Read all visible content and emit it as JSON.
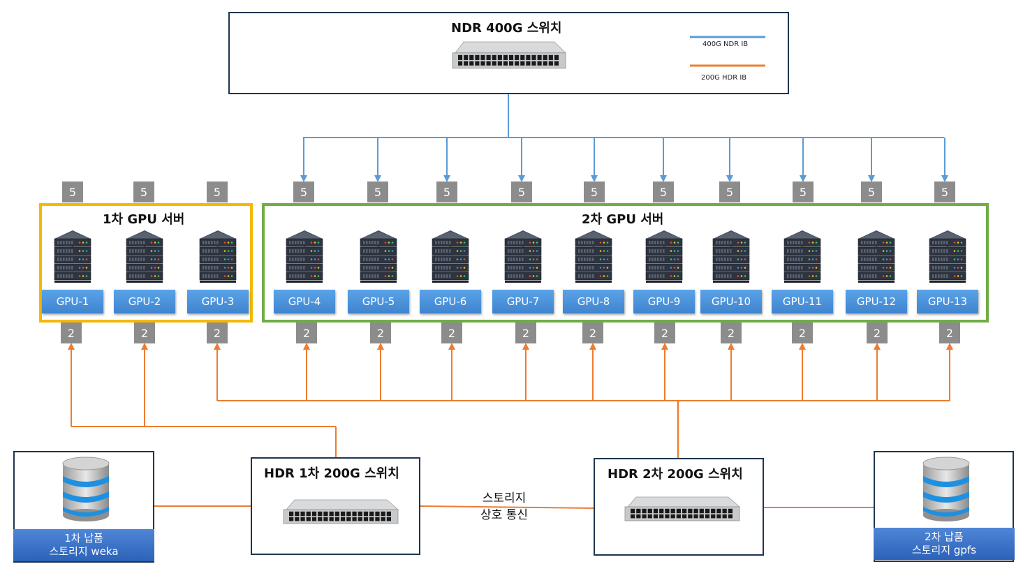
{
  "top_switch": {
    "title": "NDR 400G 스위치"
  },
  "legend": [
    {
      "label": "400G NDR IB",
      "color": "#5b9bd5"
    },
    {
      "label": "200G HDR IB",
      "color": "#ed7d31"
    }
  ],
  "groups": [
    {
      "title": "1차 GPU 서버",
      "border_color": "#f5b800"
    },
    {
      "title": "2차 GPU 서버",
      "border_color": "#70ad47"
    }
  ],
  "servers": [
    {
      "label": "GPU-1",
      "top_badge": "5",
      "bottom_badge": "2"
    },
    {
      "label": "GPU-2",
      "top_badge": "5",
      "bottom_badge": "2"
    },
    {
      "label": "GPU-3",
      "top_badge": "5",
      "bottom_badge": "2"
    },
    {
      "label": "GPU-4",
      "top_badge": "5",
      "bottom_badge": "2"
    },
    {
      "label": "GPU-5",
      "top_badge": "5",
      "bottom_badge": "2"
    },
    {
      "label": "GPU-6",
      "top_badge": "5",
      "bottom_badge": "2"
    },
    {
      "label": "GPU-7",
      "top_badge": "5",
      "bottom_badge": "2"
    },
    {
      "label": "GPU-8",
      "top_badge": "5",
      "bottom_badge": "2"
    },
    {
      "label": "GPU-9",
      "top_badge": "5",
      "bottom_badge": "2"
    },
    {
      "label": "GPU-10",
      "top_badge": "5",
      "bottom_badge": "2"
    },
    {
      "label": "GPU-11",
      "top_badge": "5",
      "bottom_badge": "2"
    },
    {
      "label": "GPU-12",
      "top_badge": "5",
      "bottom_badge": "2"
    },
    {
      "label": "GPU-13",
      "top_badge": "5",
      "bottom_badge": "2"
    }
  ],
  "hdr_switches": [
    {
      "title": "HDR 1차 200G 스위치"
    },
    {
      "title": "HDR 2차 200G 스위치"
    }
  ],
  "storage_link": {
    "line1": "스토리지",
    "line2": "상호 통신"
  },
  "storages": [
    {
      "line1": "1차 납품",
      "line2": "스토리지 weka"
    },
    {
      "line1": "2차 납품",
      "line2": "스토리지 gpfs"
    }
  ]
}
